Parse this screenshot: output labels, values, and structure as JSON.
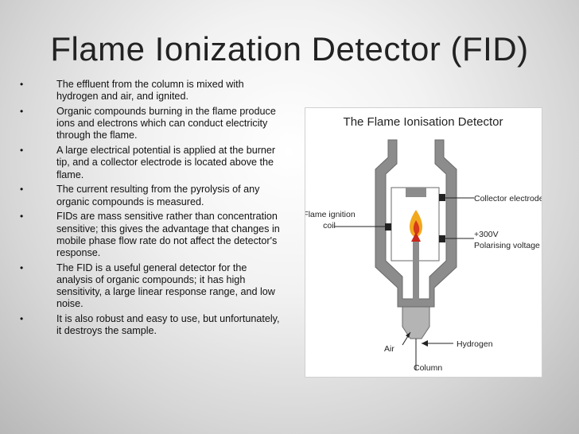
{
  "slide": {
    "title": "Flame Ionization Detector (FID)",
    "bullets": [
      "The effluent from the column is mixed with hydrogen and air, and ignited.",
      "Organic compounds burning in the flame produce ions and electrons which can conduct electricity through the flame.",
      " A large electrical potential is applied at the burner tip, and a collector electrode is located above the flame.",
      "The current resulting from the pyrolysis of any organic compounds is measured.",
      "FIDs are mass sensitive rather than concentration sensitive; this gives the advantage that changes in mobile phase flow rate do not affect the detector's response.",
      "The FID is a useful general detector for the analysis of organic compounds; it has high sensitivity, a large linear response range, and low noise.",
      " It is also robust and easy to use, but unfortunately, it destroys the sample."
    ],
    "bullet_symbol": "•"
  },
  "diagram": {
    "title": "The Flame Ionisation Detector",
    "labels": {
      "collector": "Collector electrode",
      "voltage_value": "+300V",
      "voltage_label": "Polarising voltage",
      "ignition_line1": "Flame ignition",
      "ignition_line2": "coil",
      "air": "Air",
      "hydrogen": "Hydrogen",
      "column": "Column"
    },
    "colors": {
      "body": "#8c8c8c",
      "flame_outer": "#f2a81d",
      "flame_inner": "#d63a1a",
      "line": "#222222"
    }
  }
}
